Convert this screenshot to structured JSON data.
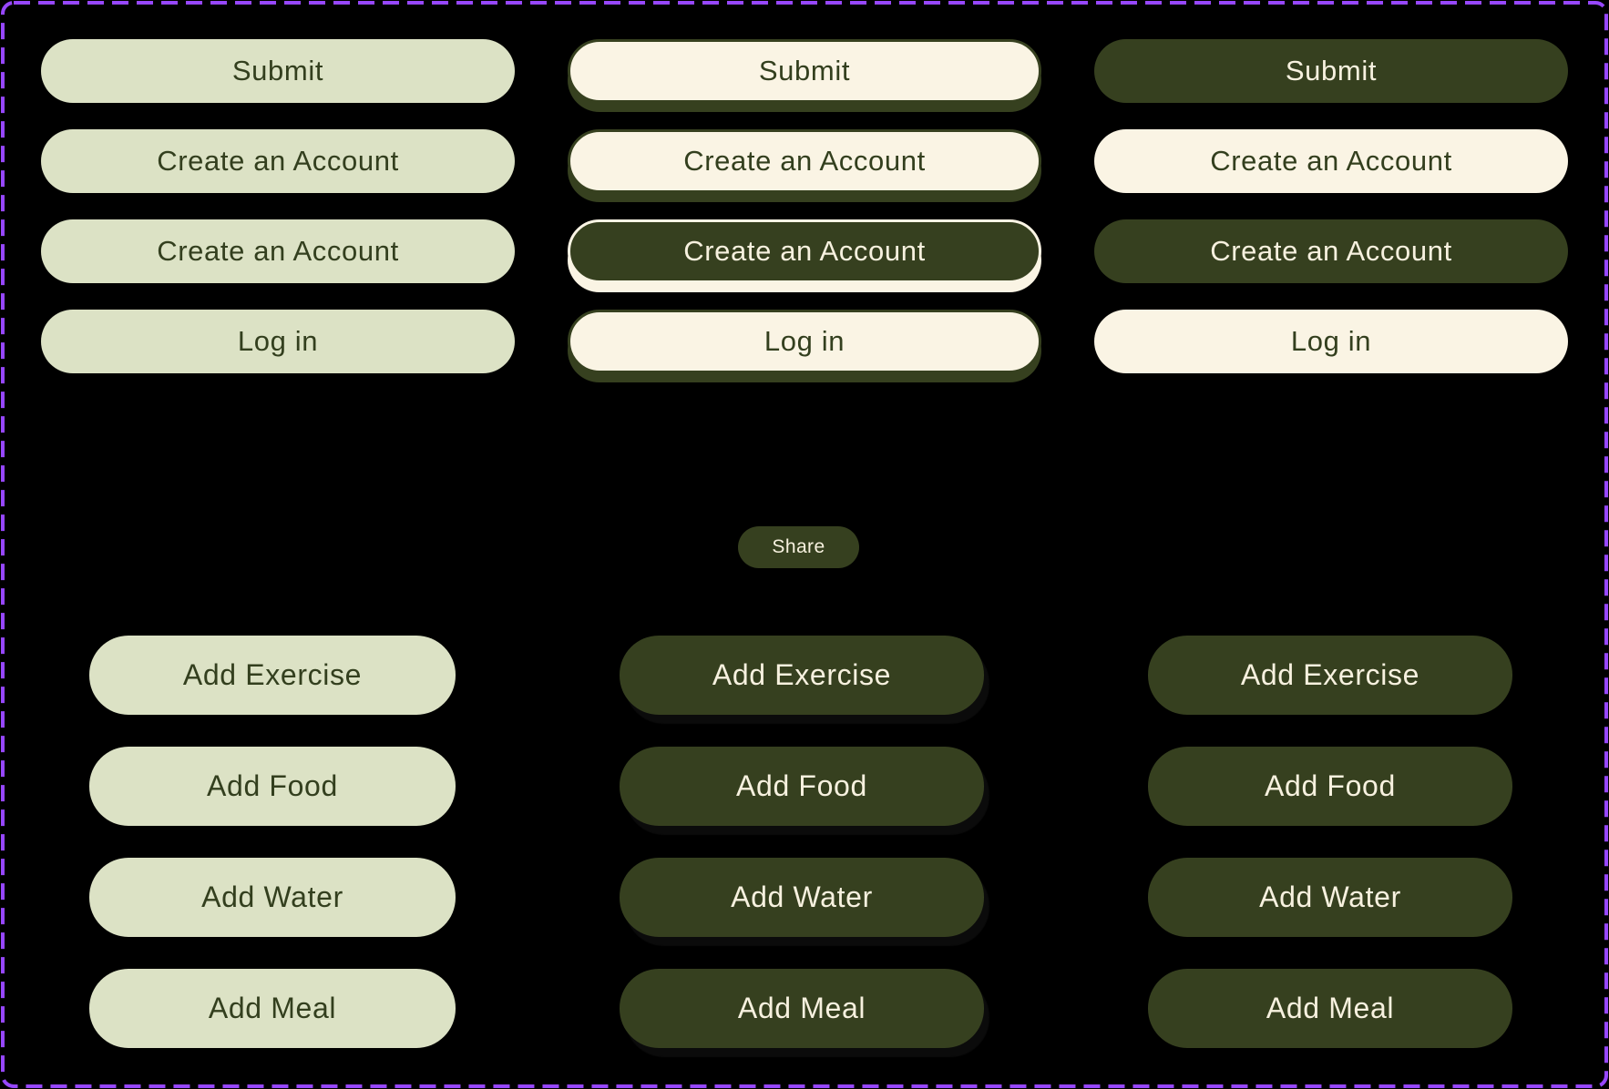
{
  "colors": {
    "background": "#000000",
    "sage_green": "#DCE2C5",
    "cream": "#FAF4E4",
    "dark_green": "#36401F",
    "dark_text": "#333F1E",
    "light_text": "#F7F1DF",
    "selection_purple": "#9747FF"
  },
  "top_grid": {
    "columns": [
      {
        "style": "sage-flat",
        "buttons": [
          {
            "label": "Submit"
          },
          {
            "label": "Create an Account"
          },
          {
            "label": "Create an Account"
          },
          {
            "label": "Log in"
          }
        ]
      },
      {
        "style": "outlined-raised",
        "buttons": [
          {
            "label": "Submit"
          },
          {
            "label": "Create an Account"
          },
          {
            "label": "Create an Account"
          },
          {
            "label": "Log in"
          }
        ]
      },
      {
        "style": "solid-flat",
        "buttons": [
          {
            "label": "Submit"
          },
          {
            "label": "Create an Account"
          },
          {
            "label": "Create an Account"
          },
          {
            "label": "Log in"
          }
        ]
      }
    ]
  },
  "share": {
    "label": "Share"
  },
  "bottom_grid": {
    "columns": [
      {
        "style": "sage-flat",
        "buttons": [
          {
            "label": "Add Exercise"
          },
          {
            "label": "Add Food"
          },
          {
            "label": "Add Water"
          },
          {
            "label": "Add Meal"
          }
        ]
      },
      {
        "style": "dark-raised",
        "buttons": [
          {
            "label": "Add Exercise"
          },
          {
            "label": "Add Food"
          },
          {
            "label": "Add Water"
          },
          {
            "label": "Add Meal"
          }
        ]
      },
      {
        "style": "dark-flat",
        "buttons": [
          {
            "label": "Add Exercise"
          },
          {
            "label": "Add Food"
          },
          {
            "label": "Add Water"
          },
          {
            "label": "Add Meal"
          }
        ]
      }
    ]
  }
}
